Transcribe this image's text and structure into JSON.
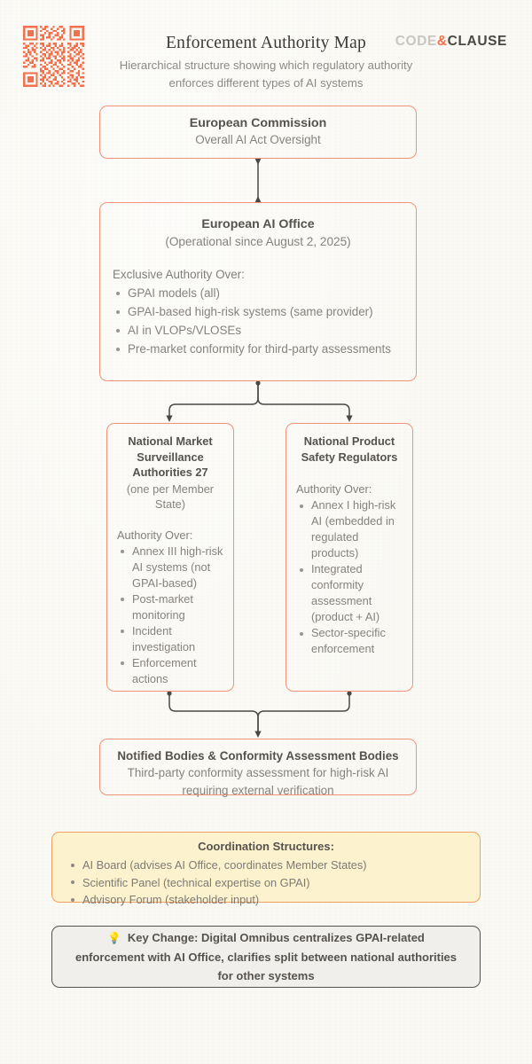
{
  "header": {
    "qr_icon": "qr-code",
    "title": "Enforcement Authority Map",
    "subtitle": "Hierarchical structure showing which regulatory authority enforces different types of AI systems",
    "brand": {
      "part1": "CODE",
      "amp": "&",
      "part2": "CLAUSE"
    }
  },
  "colors": {
    "page_background": "#faf9f4",
    "node_border": "#f09379",
    "accent_orange": "#f4714e",
    "text_heading": "#56534f",
    "text_body": "#87837e",
    "coordination_fill": "#fcf2cd",
    "coordination_border": "#f0a060",
    "keychange_fill": "#f0efeb",
    "keychange_border": "#55534f",
    "connector": "#4a4845"
  },
  "nodes": {
    "commission": {
      "title": "European Commission",
      "subtitle": "Overall AI Act Oversight"
    },
    "ai_office": {
      "title": "European AI Office",
      "subtitle": "(Operational since August 2, 2025)",
      "list_label": "Exclusive Authority Over:",
      "items": [
        "GPAI models (all)",
        "GPAI-based high-risk systems (same provider)",
        "AI in VLOPs/VLOSEs",
        "Pre-market conformity for third-party assessments"
      ]
    },
    "market_surveillance": {
      "title": "National Market Surveillance Authorities 27",
      "subtitle": "(one per Member State)",
      "list_label": "Authority Over:",
      "items": [
        "Annex III high-risk AI systems (not GPAI-based)",
        "Post-market monitoring",
        "Incident investigation",
        "Enforcement actions"
      ]
    },
    "product_safety": {
      "title": "National Product Safety Regulators",
      "list_label": "Authority Over:",
      "items": [
        "Annex I high-risk AI (embedded in regulated products)",
        "Integrated conformity assessment (product + AI)",
        "Sector-specific enforcement"
      ]
    },
    "notified_bodies": {
      "title": "Notified Bodies & Conformity Assessment Bodies",
      "subtitle": "Third-party conformity assessment for high-risk AI requiring external verification"
    }
  },
  "panels": {
    "coordination": {
      "title": "Coordination Structures:",
      "items": [
        "AI Board (advises AI Office, coordinates Member States)",
        "Scientific Panel (technical expertise on GPAI)",
        "Advisory Forum (stakeholder input)"
      ]
    },
    "key_change": {
      "icon": "lightbulb-icon",
      "bulb_glyph": "💡",
      "text": "Key Change: Digital Omnibus centralizes GPAI-related enforcement with AI Office, clarifies split between national authorities for other systems"
    }
  }
}
